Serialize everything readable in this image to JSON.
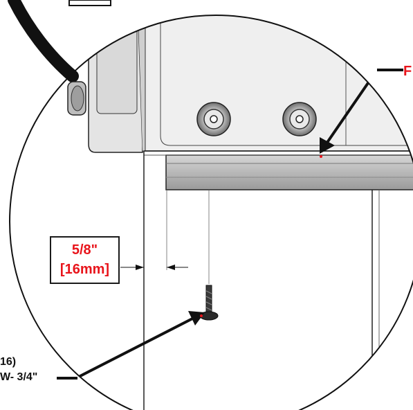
{
  "callouts": {
    "part_letter": "F",
    "dimension": {
      "imperial": "5/8\"",
      "metric": "[16mm]"
    },
    "hardware": {
      "line1": "16)",
      "line2": "W- 3/4\""
    }
  },
  "colors": {
    "callout_text": "#e8141b",
    "outline": "#1a1a1a",
    "panel_fill": "#ececec",
    "rail_fill": "#c9c9c9"
  },
  "icons": [
    "screw-icon",
    "bolt-icon"
  ]
}
